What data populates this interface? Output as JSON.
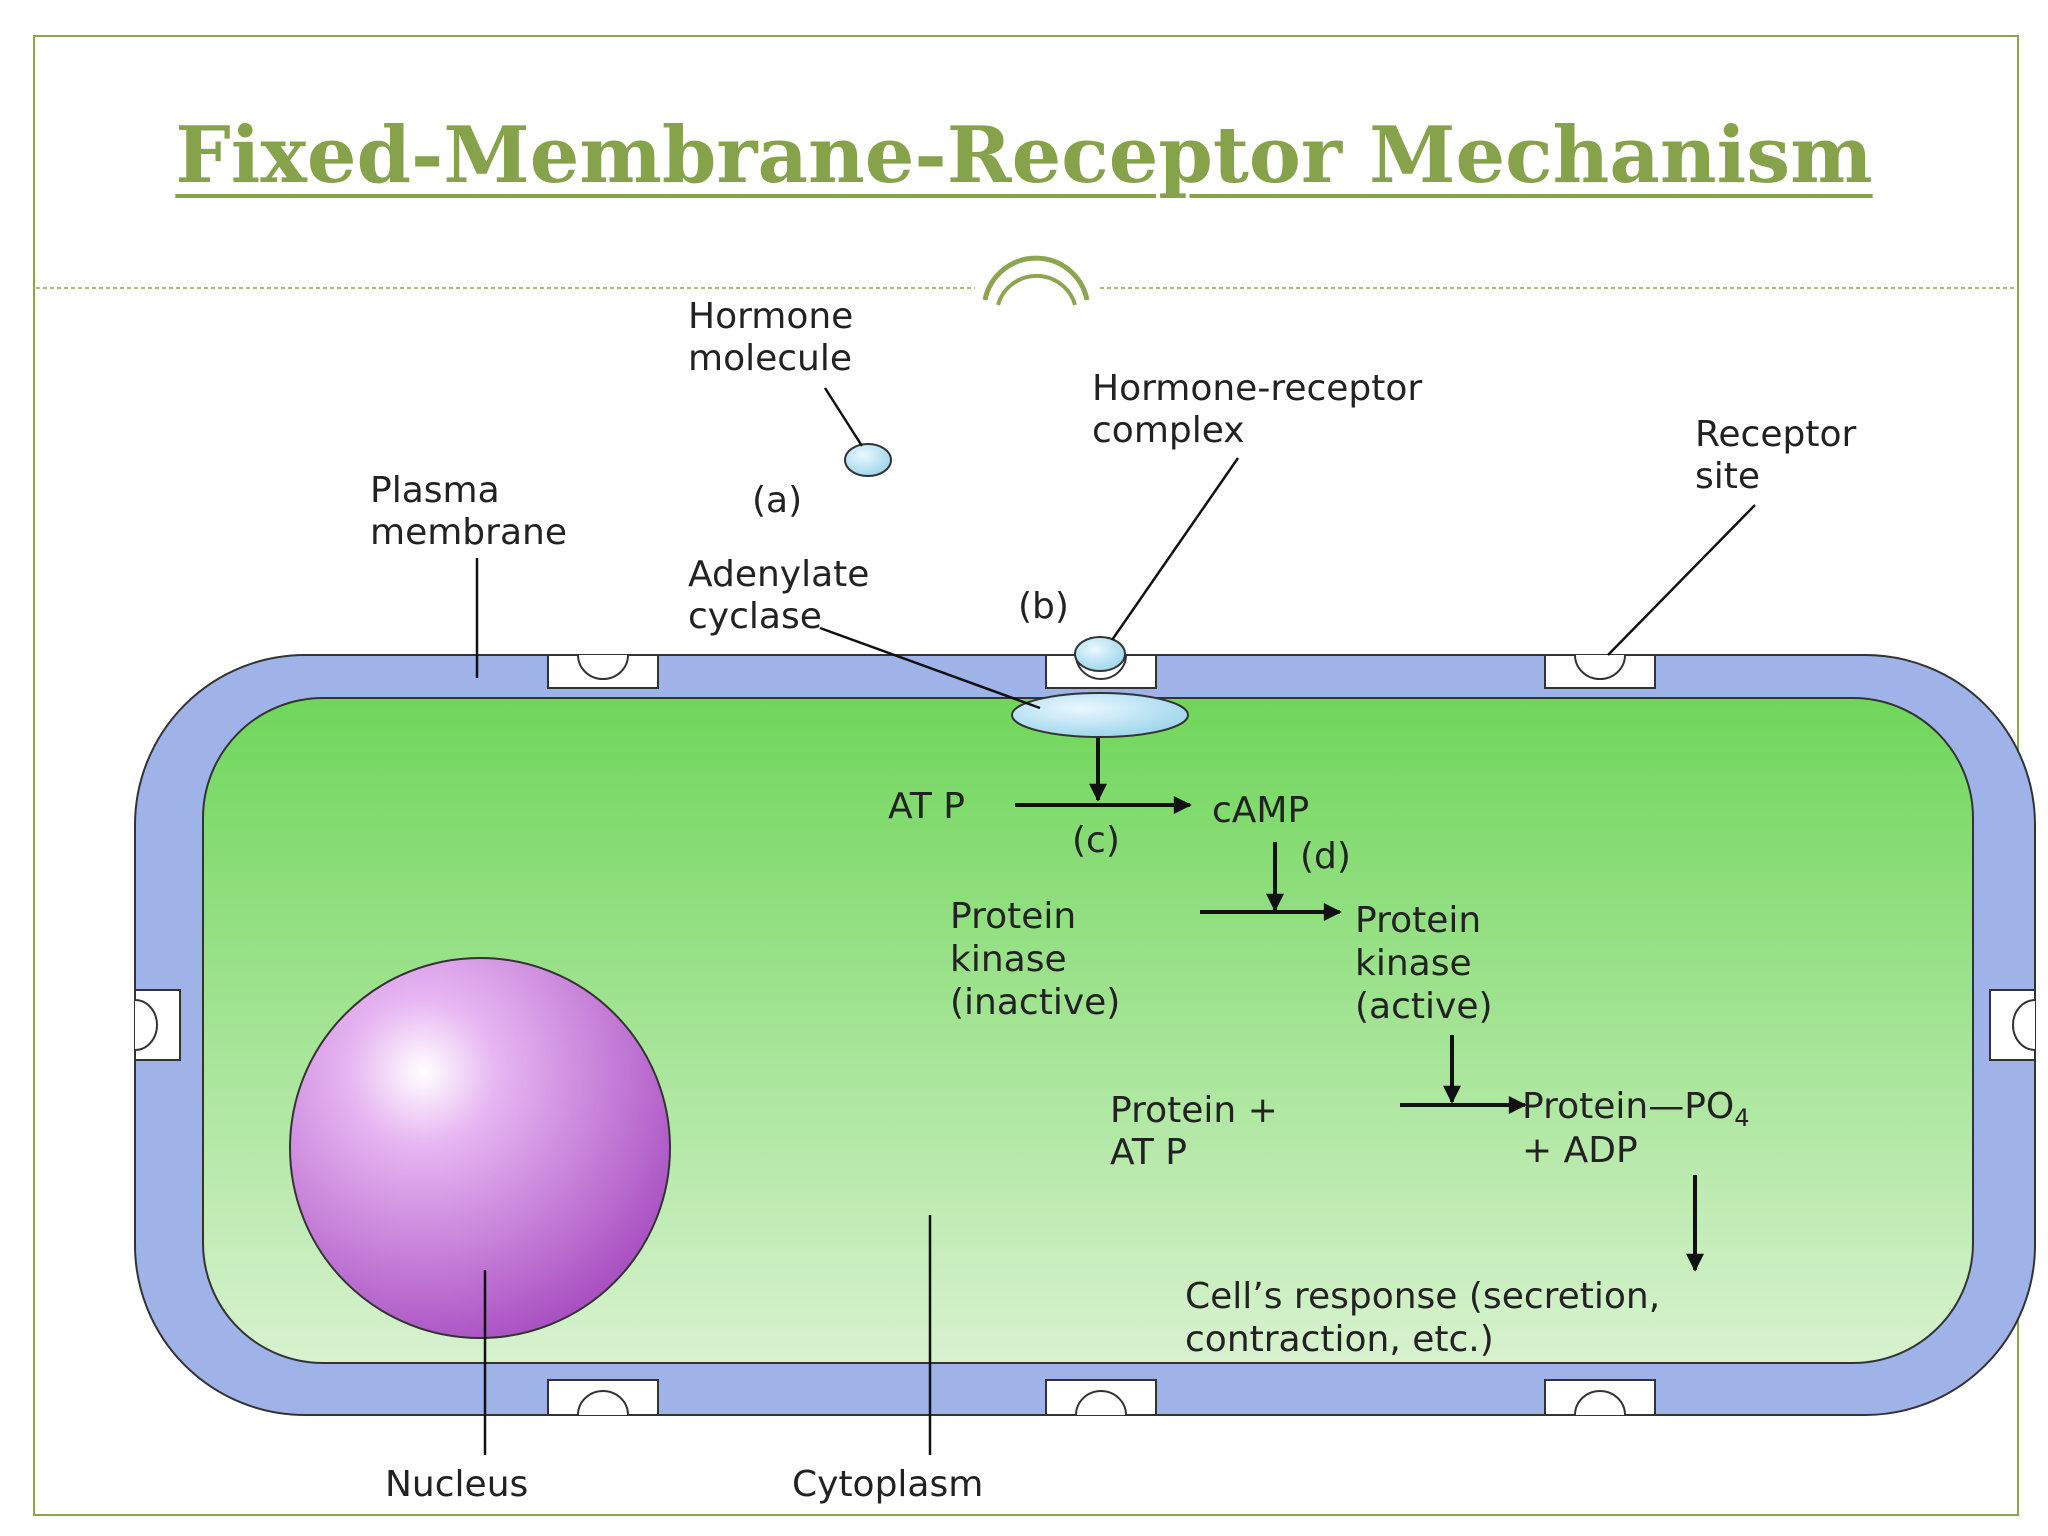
{
  "slide": {
    "title": "Fixed-Membrane-Receptor Mechanism"
  },
  "colors": {
    "accent": "#86a24a",
    "membrane": "#9fb3e8",
    "cytoplasm_top": "#6fd65a",
    "cytoplasm_bottom": "#d8f2cf",
    "nucleus": "#b55ccc",
    "molecule": "#a9dbee"
  },
  "labels": {
    "hormone_molecule": [
      "Hormone",
      "molecule"
    ],
    "step_a": "(a)",
    "hormone_receptor_complex": [
      "Hormone-receptor",
      "complex"
    ],
    "receptor_site": [
      "Receptor",
      "site"
    ],
    "plasma_membrane": [
      "Plasma",
      "membrane"
    ],
    "adenylate_cyclase": [
      "Adenylate",
      "cyclase"
    ],
    "step_b": "(b)",
    "atp": "AT P",
    "camp": "cAMP",
    "step_c": "(c)",
    "step_d": "(d)",
    "protein_kinase_inactive": [
      "Protein",
      "kinase",
      "(inactive)"
    ],
    "protein_kinase_active": [
      "Protein",
      "kinase",
      "(active)"
    ],
    "protein_plus_atp": [
      "Protein  +",
      "AT P"
    ],
    "protein_po4": "Protein—PO",
    "po4_subscript": "4",
    "plus_adp": "+ ADP",
    "cell_response": [
      "Cell’s response (secretion,",
      "contraction, etc.)"
    ],
    "nucleus": "Nucleus",
    "cytoplasm": "Cytoplasm"
  }
}
